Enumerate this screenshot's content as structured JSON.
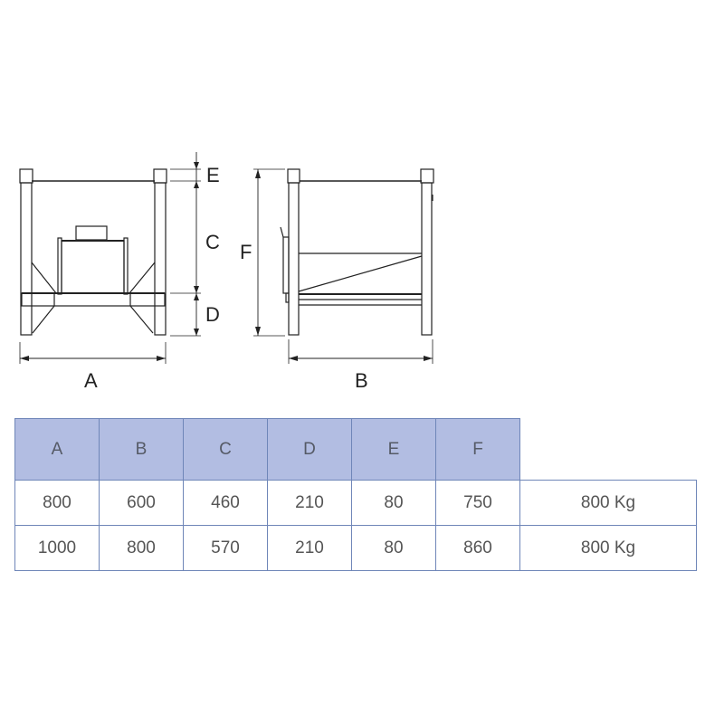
{
  "drawing": {
    "front_view": {
      "width_label": "A",
      "vertical_labels": [
        "E",
        "C",
        "D"
      ]
    },
    "side_view": {
      "width_label": "B",
      "height_label": "F"
    }
  },
  "table": {
    "headers": [
      "A",
      "B",
      "C",
      "D",
      "E",
      "F"
    ],
    "rows": [
      {
        "A": "800",
        "B": "600",
        "C": "460",
        "D": "210",
        "E": "80",
        "F": "750",
        "load": "800 Kg"
      },
      {
        "A": "1000",
        "B": "800",
        "C": "570",
        "D": "210",
        "E": "80",
        "F": "860",
        "load": "800 Kg"
      }
    ]
  },
  "colors": {
    "header_fill": "#b2bde2",
    "border": "#6f86b8",
    "line": "#222222"
  }
}
